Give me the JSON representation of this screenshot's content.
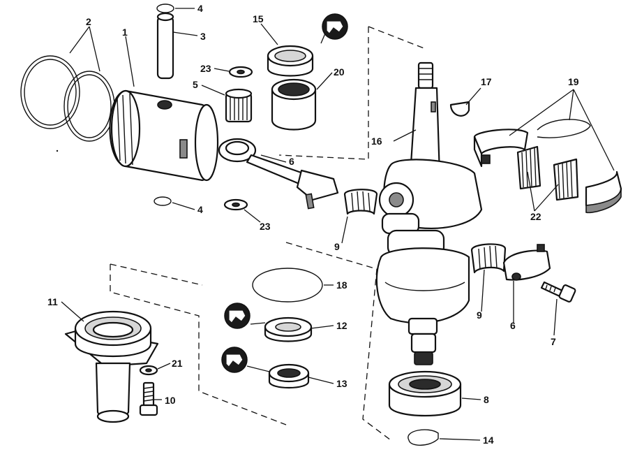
{
  "callouts": {
    "c1": "1",
    "c2": "2",
    "c3": "3",
    "c4a": "4",
    "c4b": "4",
    "c5": "5",
    "c6a": "6",
    "c6b": "6",
    "c7": "7",
    "c8": "8",
    "c9a": "9",
    "c9b": "9",
    "c10": "10",
    "c11": "11",
    "c12": "12",
    "c13": "13",
    "c14": "14",
    "c15": "15",
    "c16": "16",
    "c17": "17",
    "c18": "18",
    "c19": "19",
    "c20": "20",
    "c21": "21",
    "c22": "22",
    "c23a": "23",
    "c23b": "23"
  },
  "icons": [
    "sealant-icon",
    "sealant-icon",
    "sealant-icon"
  ]
}
